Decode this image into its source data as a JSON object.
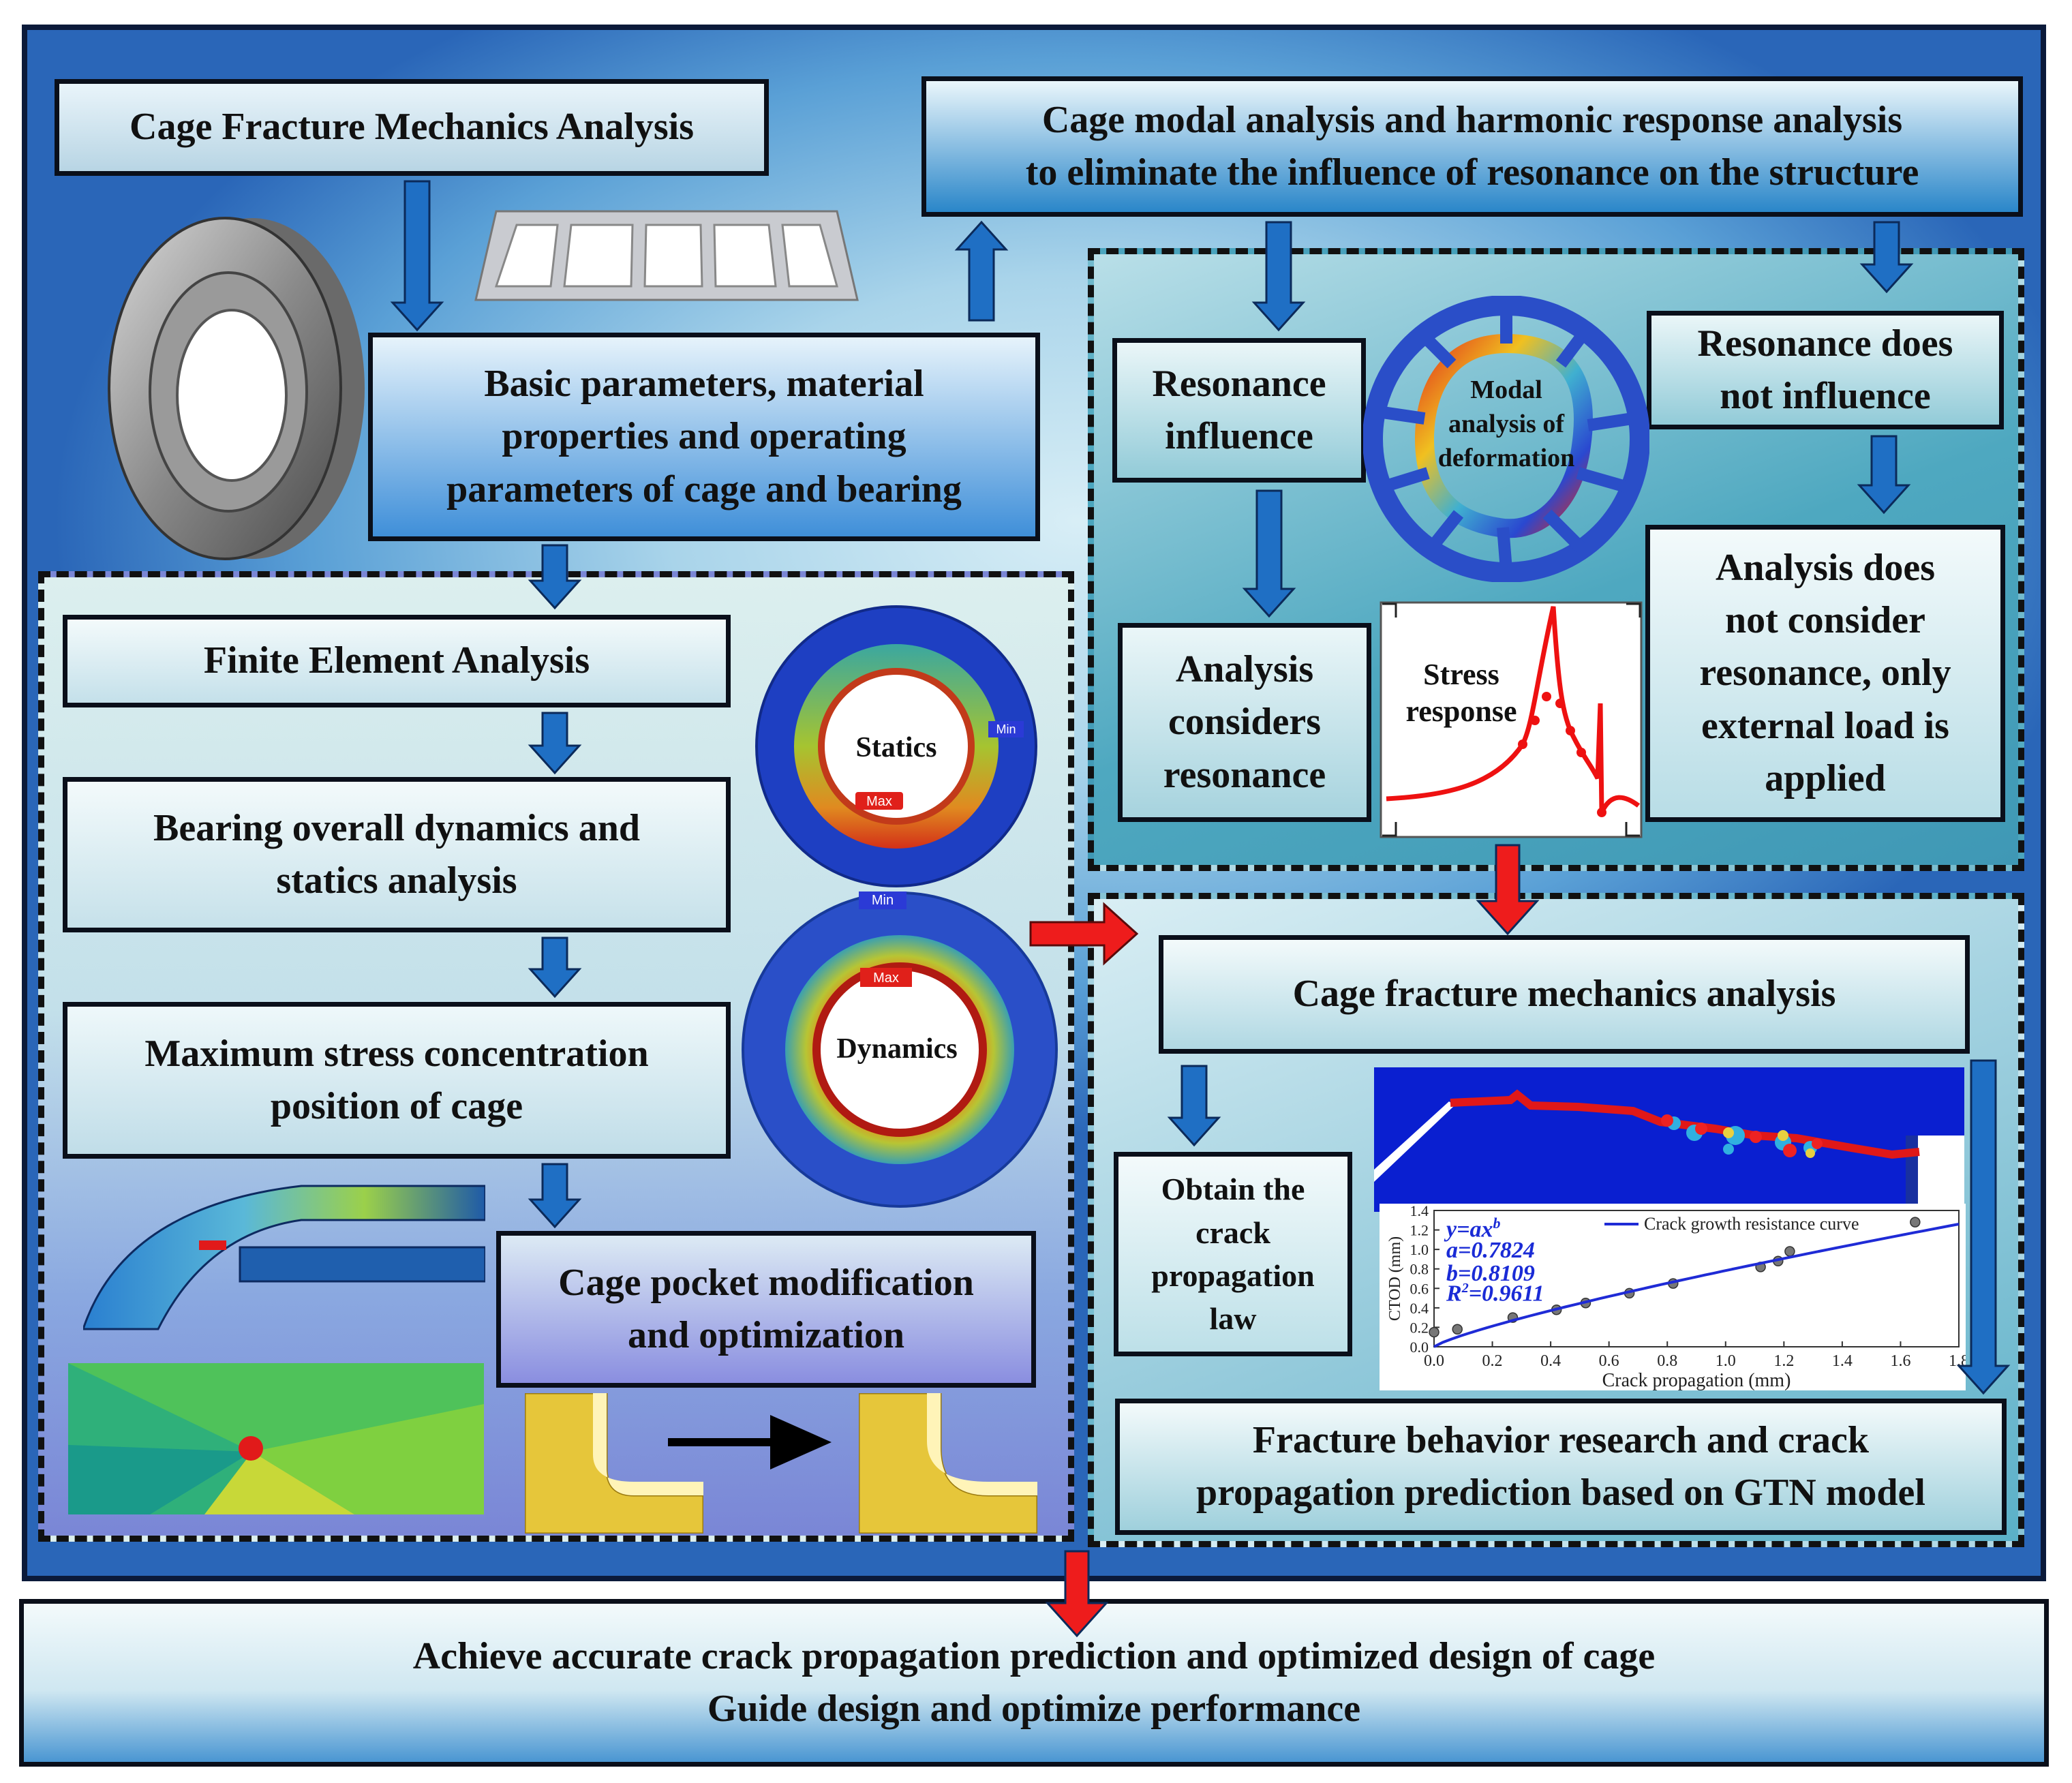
{
  "boxes": {
    "cfm_title": "Cage Fracture Mechanics Analysis",
    "modal_line1": "Cage modal analysis and harmonic response analysis",
    "modal_line2": "to eliminate the influence of resonance on the structure",
    "basic_line1": "Basic parameters, material",
    "basic_line2": "properties and operating",
    "basic_line3": "parameters of cage and bearing",
    "fea": "Finite Element Analysis",
    "overall_line1": "Bearing overall dynamics and",
    "overall_line2": "statics analysis",
    "maxstress_line1": "Maximum stress concentration",
    "maxstress_line2": "position of cage",
    "pocket_line1": "Cage pocket modification",
    "pocket_line2": "and optimization",
    "res_inf_line1": "Resonance",
    "res_inf_line2": "influence",
    "res_not_line1": "Resonance does",
    "res_not_line2": "not influence",
    "consider_line1": "Analysis",
    "consider_line2": "considers",
    "consider_line3": "resonance",
    "notconsider_line1": "Analysis does",
    "notconsider_line2": "not consider",
    "notconsider_line3": "resonance, only",
    "notconsider_line4": "external load is",
    "notconsider_line5": "applied",
    "cfm_analysis": "Cage fracture mechanics analysis",
    "obtain_line1": "Obtain the",
    "obtain_line2": "crack",
    "obtain_line3": "propagation",
    "obtain_line4": "law",
    "gtn_line1": "Fracture behavior research and crack",
    "gtn_line2": "propagation prediction based on GTN model",
    "final_line1": "Achieve accurate crack propagation prediction and optimized design of cage",
    "final_line2": "Guide design and optimize performance"
  },
  "labels": {
    "statics": "Statics",
    "dynamics": "Dynamics",
    "min": "Min",
    "max": "Max",
    "modal_line1": "Modal",
    "modal_line2": "analysis of",
    "modal_line3": "deformation",
    "stress_line1": "Stress",
    "stress_line2": "response"
  },
  "colors": {
    "blue_arrow": "#1f6fc4",
    "red_arrow": "#ee1c1c",
    "fit_curve": "#1f2bd6",
    "stress_curve": "#ee1111"
  },
  "chart_data": {
    "type": "scatter",
    "xlabel": "Crack propagation (mm)",
    "ylabel": "CTOD (mm)",
    "xlim": [
      0.0,
      1.8
    ],
    "ylim": [
      0.0,
      1.4
    ],
    "xticks": [
      "0.0",
      "0.2",
      "0.4",
      "0.6",
      "0.8",
      "1.0",
      "1.2",
      "1.4",
      "1.6",
      "1.8"
    ],
    "yticks": [
      "0.0",
      "0.2",
      "0.4",
      "0.6",
      "0.8",
      "1.0",
      "1.2",
      "1.4"
    ],
    "legend": "Crack growth resistance curve",
    "legend_position": "top-right",
    "annotations": [
      "y=ax",
      "b",
      "a=0.7824",
      "b=0.8109",
      "R",
      "2",
      "=0.9611"
    ],
    "fit": {
      "a": 0.7824,
      "b": 0.8109
    },
    "points": [
      {
        "x": 0.0,
        "y": 0.15
      },
      {
        "x": 0.08,
        "y": 0.18
      },
      {
        "x": 0.27,
        "y": 0.3
      },
      {
        "x": 0.42,
        "y": 0.38
      },
      {
        "x": 0.52,
        "y": 0.45
      },
      {
        "x": 0.67,
        "y": 0.55
      },
      {
        "x": 0.82,
        "y": 0.65
      },
      {
        "x": 1.12,
        "y": 0.82
      },
      {
        "x": 1.18,
        "y": 0.88
      },
      {
        "x": 1.22,
        "y": 0.98
      },
      {
        "x": 1.65,
        "y": 1.28
      }
    ]
  }
}
